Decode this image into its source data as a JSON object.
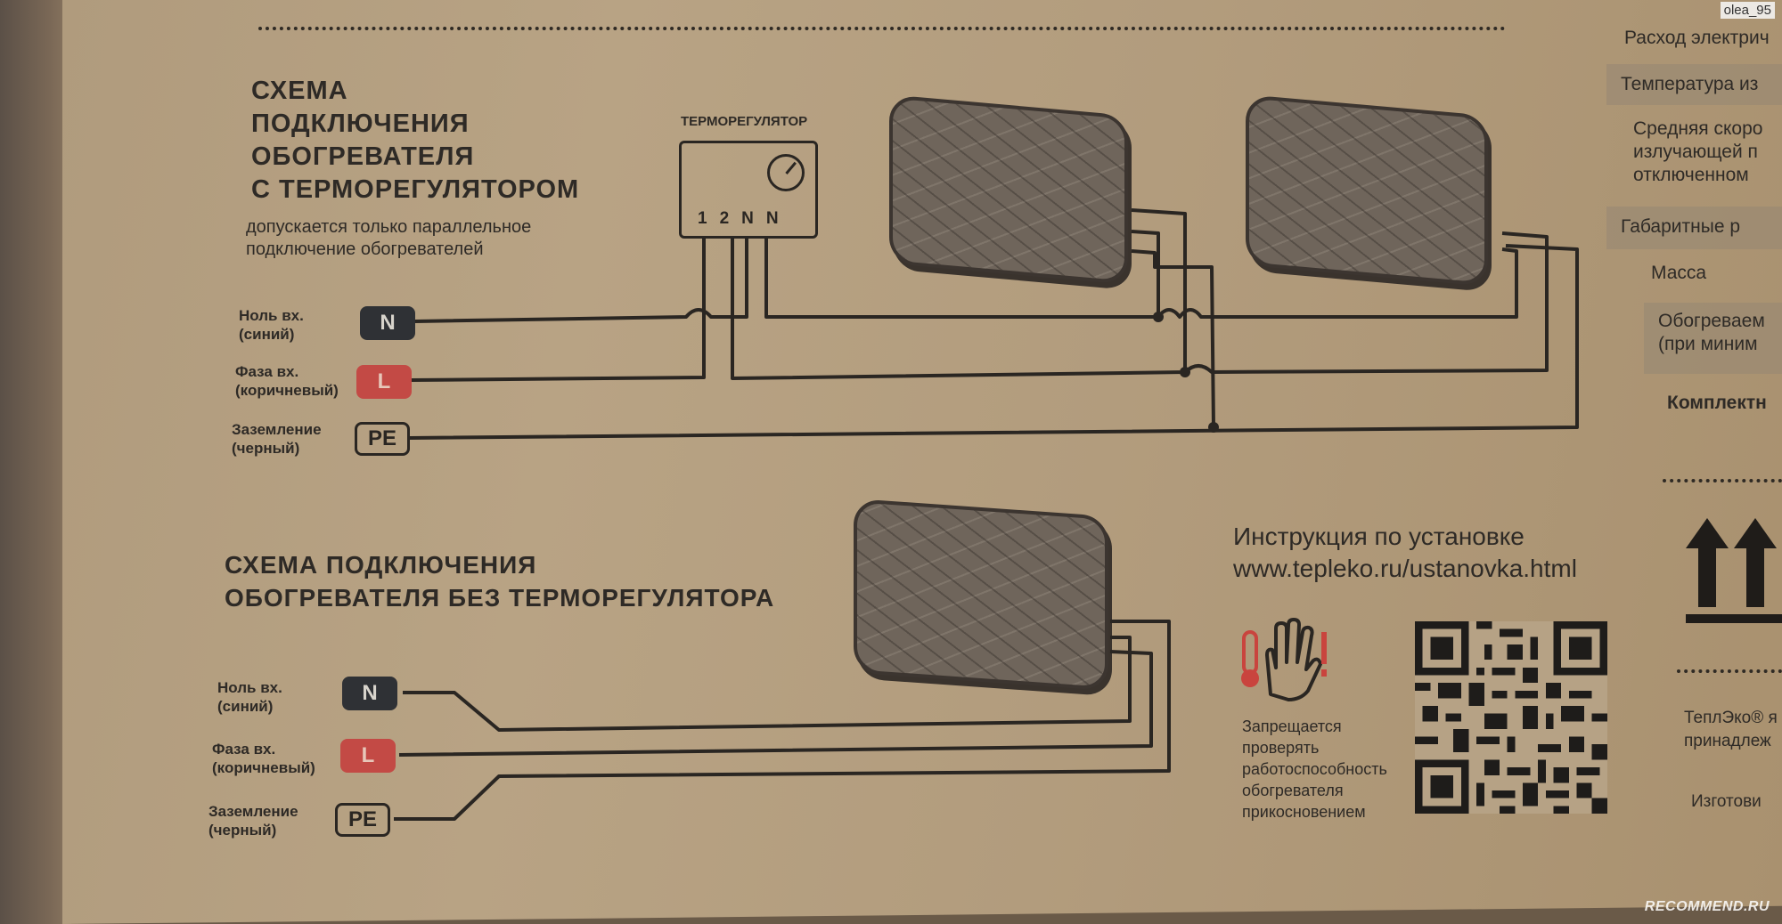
{
  "watermark_user": "olea_95",
  "watermark_site": "RECOMMEND.RU",
  "scheme1": {
    "title": "СХЕМА\nПОДКЛЮЧЕНИЯ\nОБОГРЕВАТЕЛЯ\nС ТЕРМОРЕГУЛЯТОРОМ",
    "note": "допускается только параллельное\nподключение обогревателей",
    "thermostat_label": "ТЕРМОРЕГУЛЯТОР",
    "pins": [
      "1",
      "2",
      "N",
      "N"
    ],
    "wires": [
      {
        "name": "Ноль вх.\n(синий)",
        "code": "N"
      },
      {
        "name": "Фаза вх.\n(коричневый)",
        "code": "L"
      },
      {
        "name": "Заземление\n(черный)",
        "code": "PE"
      }
    ]
  },
  "scheme2": {
    "title": "СХЕМА ПОДКЛЮЧЕНИЯ\nОБОГРЕВАТЕЛЯ БЕЗ ТЕРМОРЕГУЛЯТОРА",
    "wires": [
      {
        "name": "Ноль вх.\n(синий)",
        "code": "N"
      },
      {
        "name": "Фаза вх.\n(коричневый)",
        "code": "L"
      },
      {
        "name": "Заземление\n(черный)",
        "code": "PE"
      }
    ]
  },
  "install": {
    "heading": "Инструкция по установке",
    "url": "www.tepleko.ru/ustanovka.html"
  },
  "warning": "Запрещается\nпроверять\nработоспособность\nобогревателя\nприкосновением",
  "side_table": {
    "rows": [
      "Расход электрич",
      "Температура из",
      "Средняя скоро\nизлучающей п\nотключенном",
      "Габаритные р",
      "Масса",
      "Обогреваем\n(при миним",
      "Комплектн"
    ]
  },
  "side_bottom": {
    "brand_line": "ТеплЭко® я\nпринадлеж",
    "maker": "Изготови"
  },
  "colors": {
    "neutral": "#2f3135",
    "phase": "#c34a45",
    "warning_red": "#c9443e"
  }
}
